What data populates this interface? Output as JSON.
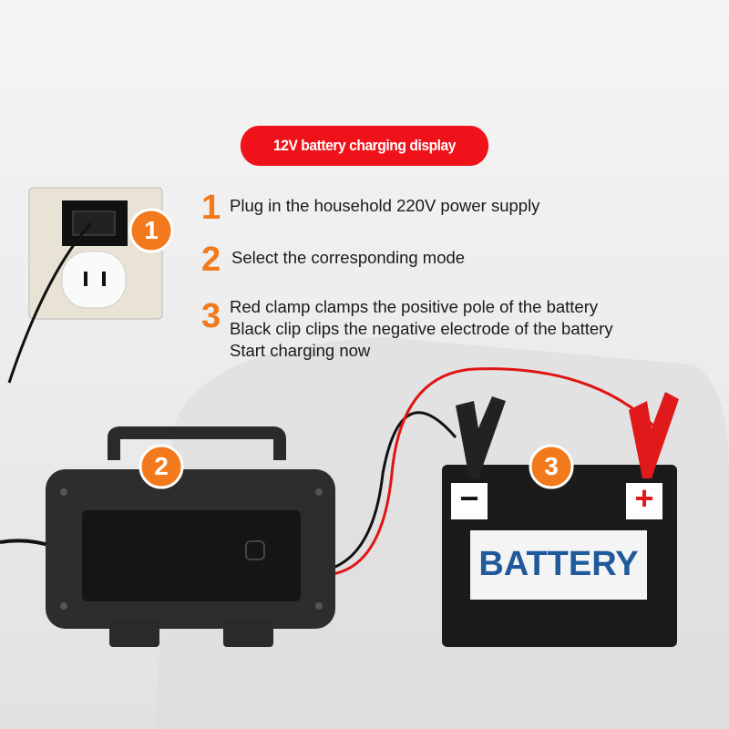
{
  "title": "12V battery charging display",
  "steps": [
    {
      "num": "1",
      "lines": [
        "Plug in the household 220V power supply"
      ]
    },
    {
      "num": "2",
      "lines": [
        "Select the corresponding mode"
      ]
    },
    {
      "num": "3",
      "lines": [
        "Red clamp clamps the positive pole of the battery",
        "Black clip clips the negative electrode of the battery",
        "Start charging now"
      ]
    }
  ],
  "badges": [
    "1",
    "2",
    "3"
  ],
  "battery": {
    "label": "BATTERY",
    "negative": "−",
    "positive": "+"
  },
  "colors": {
    "accent": "#f0121a",
    "orange": "#f27a1c",
    "battery_text": "#1f5a9a"
  }
}
